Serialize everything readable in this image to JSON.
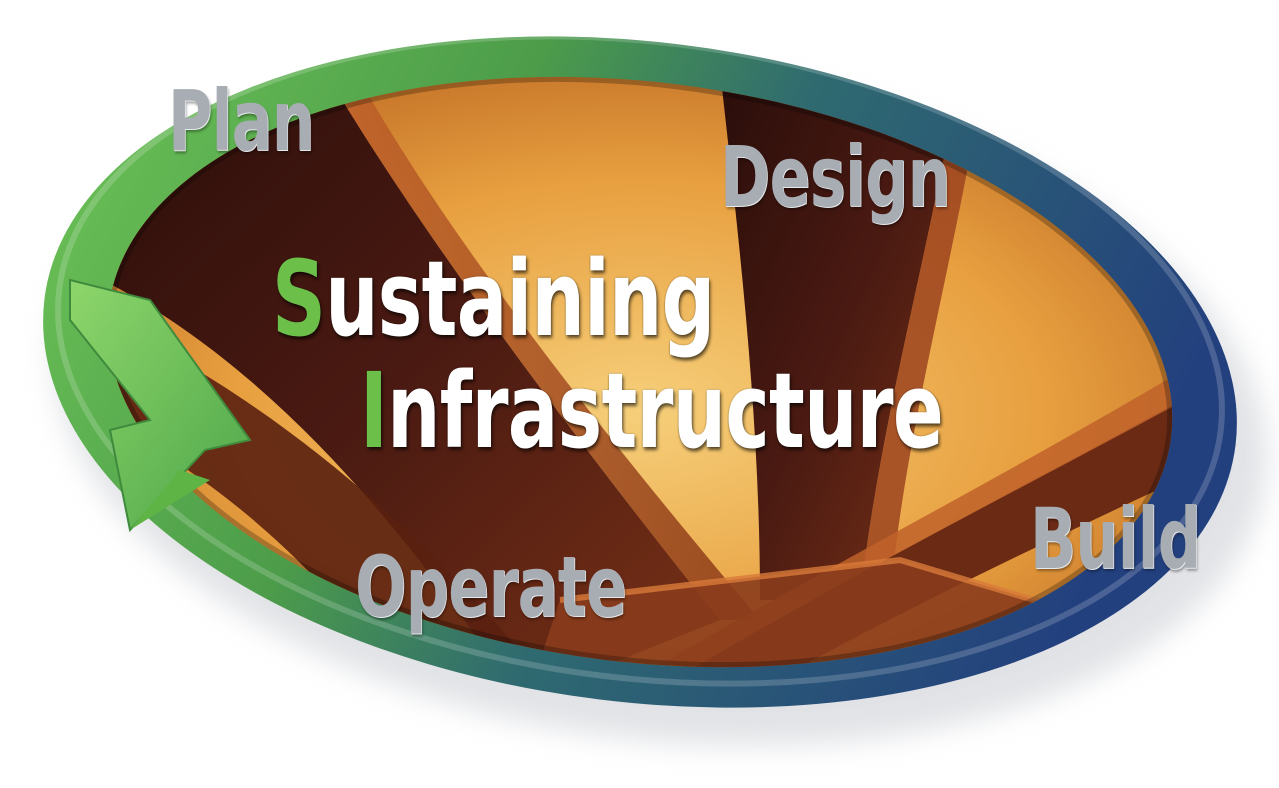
{
  "diagram": {
    "phases": {
      "plan": "Plan",
      "design": "Design",
      "build": "Build",
      "operate": "Operate"
    },
    "title": {
      "line1_initial": "S",
      "line1_rest": "ustaining",
      "line2_initial": "I",
      "line2_rest": "nfrastructure"
    },
    "colors": {
      "ring_green": "#5fb446",
      "ring_blue": "#2d4a8a",
      "sky_amber": "#e8a040",
      "girder_dark": "#3a1410",
      "phase_text": "#a7adb3",
      "title_text": "#ffffff",
      "accent_letter": "#6cc04a"
    }
  }
}
